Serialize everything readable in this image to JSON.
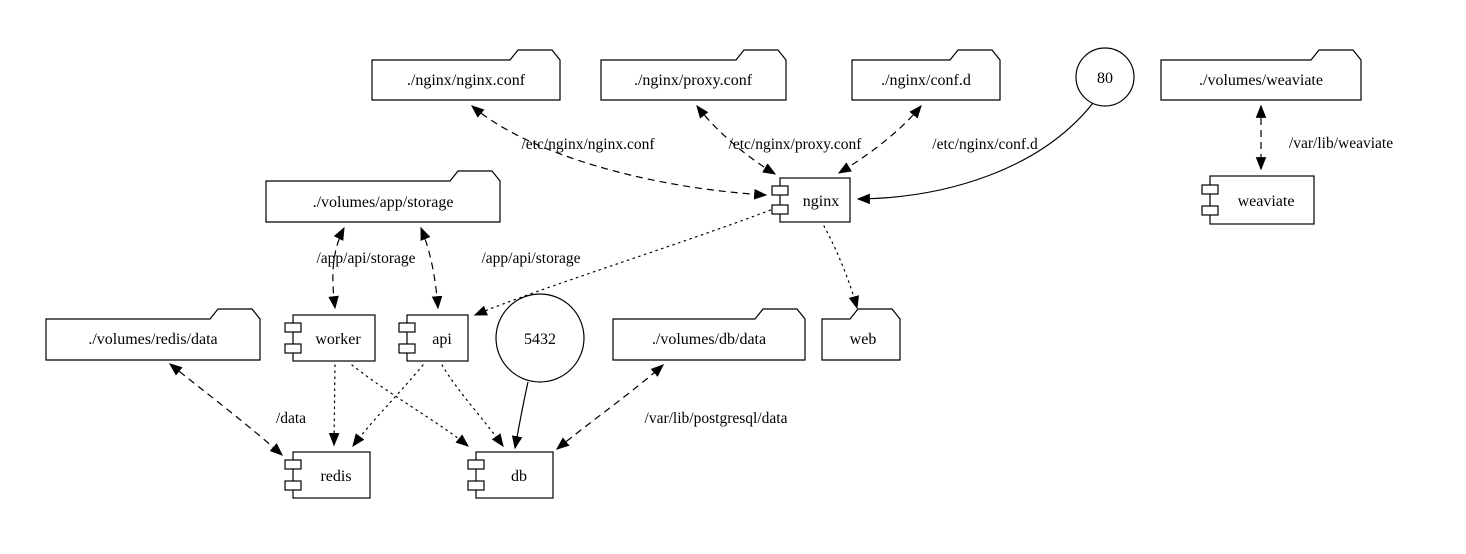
{
  "diagram": {
    "kind": "service-volume graph",
    "nodes": {
      "nginx_conf_file": "./nginx/nginx.conf",
      "proxy_conf_file": "./nginx/proxy.conf",
      "conf_d_dir": "./nginx/conf.d",
      "port_80": "80",
      "volumes_weaviate": "./volumes/weaviate",
      "volumes_app_storage": "./volumes/app/storage",
      "nginx": "nginx",
      "weaviate": "weaviate",
      "volumes_redis_data": "./volumes/redis/data",
      "worker": "worker",
      "api": "api",
      "port_5432": "5432",
      "volumes_db_data": "./volumes/db/data",
      "web": "web",
      "redis": "redis",
      "db": "db"
    },
    "edge_labels": {
      "etc_nginx_nginx_conf": "/etc/nginx/nginx.conf",
      "etc_nginx_proxy_conf": "/etc/nginx/proxy.conf",
      "etc_nginx_conf_d": "/etc/nginx/conf.d",
      "var_lib_weaviate": "/var/lib/weaviate",
      "app_api_storage_worker": "/app/api/storage",
      "app_api_storage_api": "/app/api/storage",
      "data_mount": "/data",
      "var_lib_postgresql_data": "/var/lib/postgresql/data"
    },
    "colors": {
      "stroke": "#000000",
      "background": "#ffffff"
    }
  }
}
